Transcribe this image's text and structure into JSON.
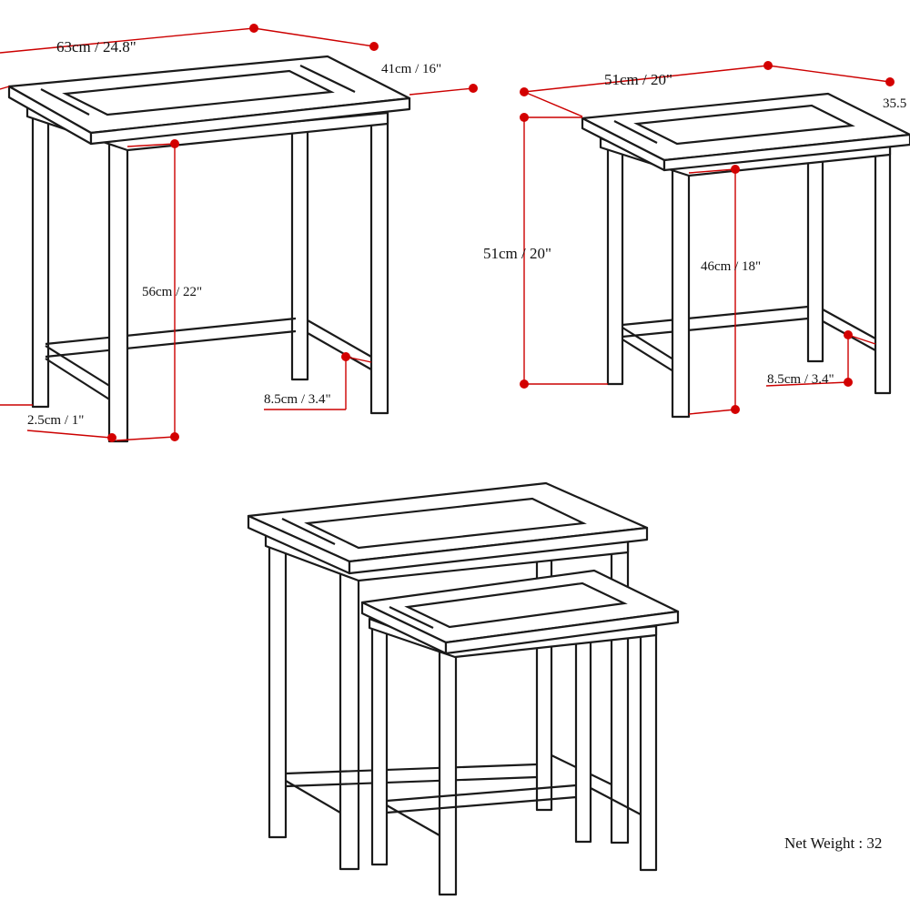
{
  "large_table": {
    "width_label": "63cm / 24.8\"",
    "depth_label": "41cm / 16\"",
    "height_label": "56cm / 22\"",
    "apron_label": "8.5cm / 3.4\"",
    "leg_label": "2.5cm / 1\""
  },
  "small_table": {
    "width_label": "51cm / 20\"",
    "depth_label": "35.5",
    "overall_height_label": "51cm / 20\"",
    "height_label": "46cm / 18\"",
    "apron_label": "8.5cm / 3.4\""
  },
  "net_weight_label": "Net Weight : 32",
  "colors": {
    "dimension": "#cc0000",
    "outline": "#1a1a1a"
  }
}
